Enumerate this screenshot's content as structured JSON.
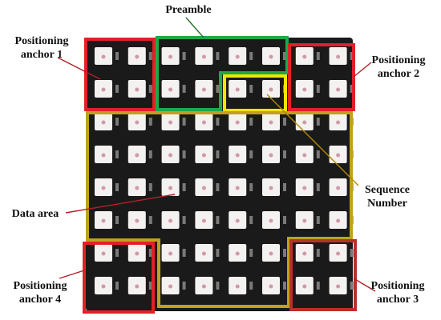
{
  "labels": {
    "preamble": "Preamble",
    "anchor1": [
      "Positioning",
      "anchor 1"
    ],
    "anchor2": [
      "Positioning",
      "anchor 2"
    ],
    "anchor3": [
      "Positioning",
      "anchor 3"
    ],
    "anchor4": [
      "Positioning",
      "anchor 4"
    ],
    "sequence": [
      "Sequence",
      "Number"
    ],
    "data_area": "Data area"
  },
  "board": {
    "rows": 8,
    "cols": 8,
    "background_color": "#1a1a1a",
    "led_color": "#f4f1f1",
    "led_dot_color": "#cf9aa6"
  },
  "regions": {
    "positioning_anchor_color": "#e32028",
    "positioning_anchor_3_color": "#b8302a",
    "preamble_color": "#1fa84a",
    "sequence_number_color": "#f2e600",
    "data_area_color": "#c1a11a"
  },
  "leader_line_colors": {
    "anchor": "#b02026",
    "preamble": "#2a6e2a",
    "sequence": "#b08a00",
    "data": "#b02026"
  }
}
